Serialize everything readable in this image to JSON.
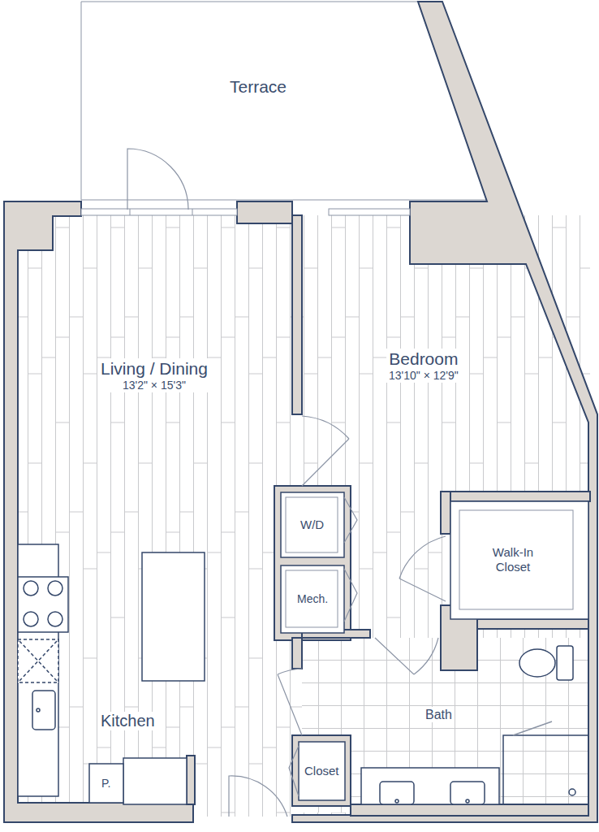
{
  "diagram": {
    "nodes": [
      {
        "text": [
          "Terrace"
        ]
      },
      {
        "text": [
          "Living / Dining",
          "13'2\" × 15'3\""
        ]
      },
      {
        "text": [
          "Bedroom",
          "13'10\" × 12'9\""
        ]
      },
      {
        "text": [
          "W/D"
        ]
      },
      {
        "text": [
          "Mech."
        ]
      },
      {
        "text": [
          "Walk-In Closet"
        ]
      },
      {
        "text": [
          "Bath"
        ]
      },
      {
        "text": [
          "Closet"
        ]
      },
      {
        "text": [
          "P."
        ]
      }
    ],
    "labels": [
      "Kitchen"
    ]
  }
}
